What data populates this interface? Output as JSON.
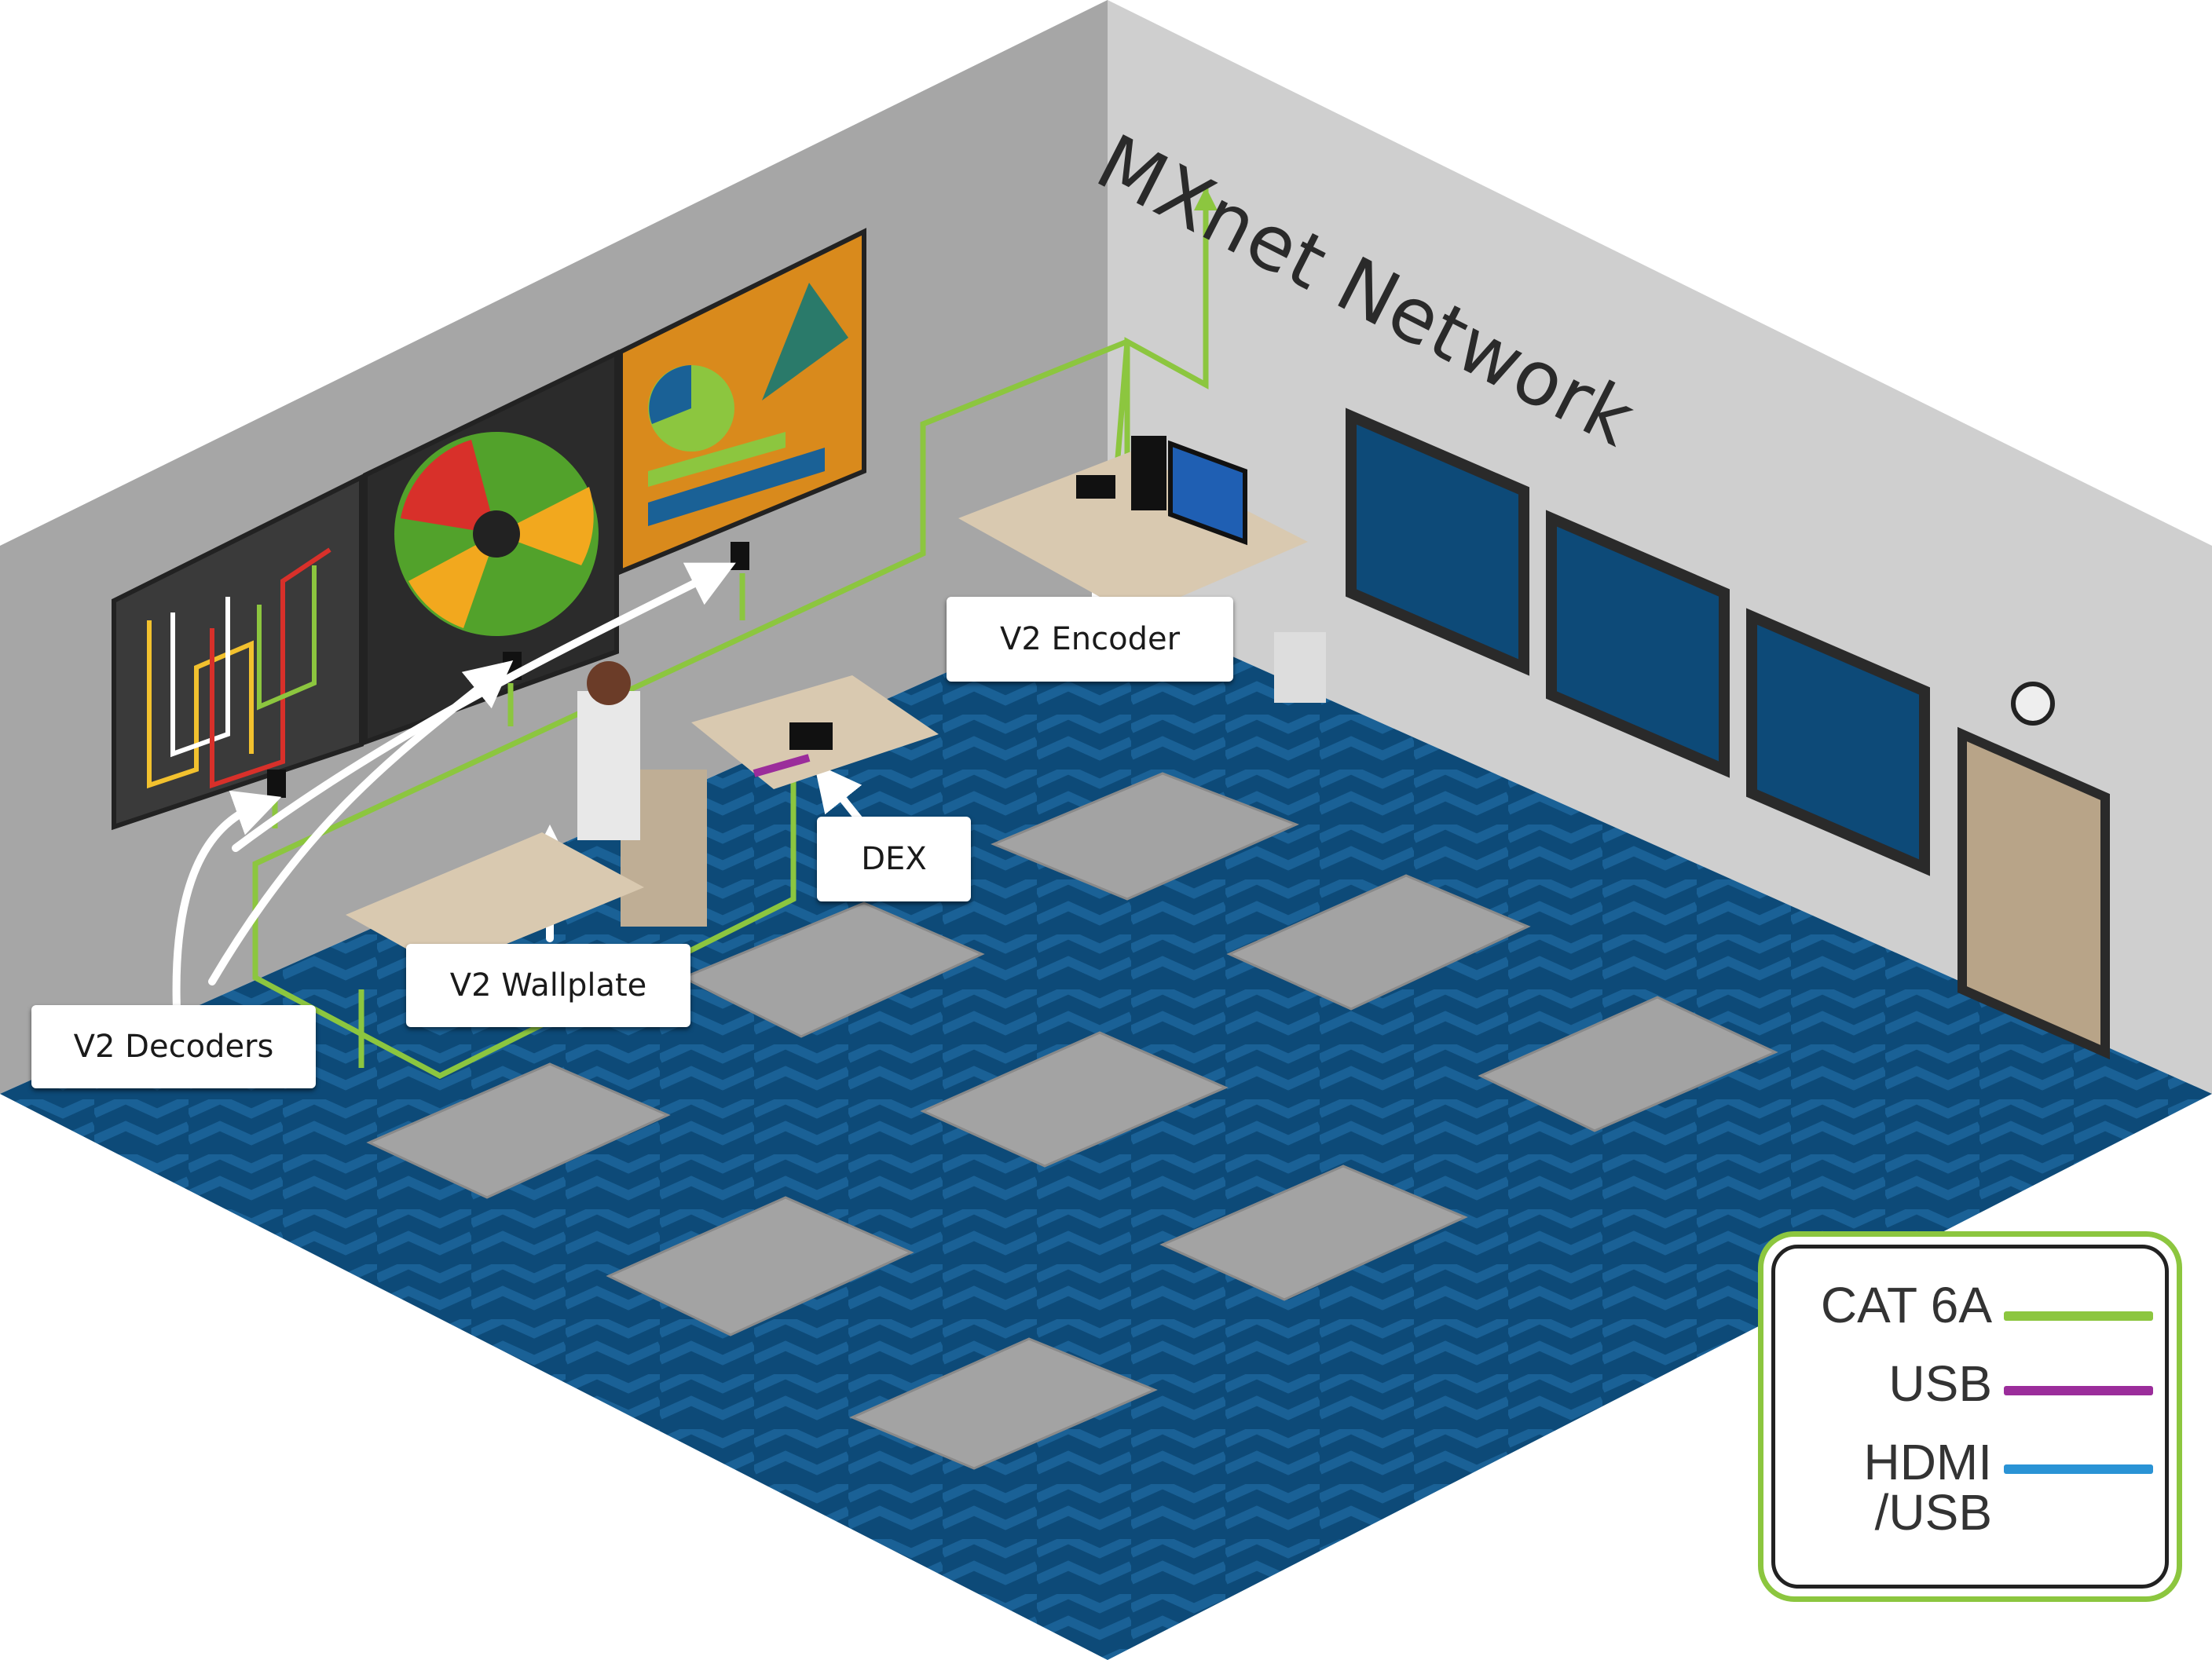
{
  "title": "MXnet Network",
  "callouts": {
    "encoder": "V2 Encoder",
    "dex": "DEX",
    "wallplate": "V2 Wallplate",
    "decoders": "V2 Decoders"
  },
  "legend": [
    {
      "label": "CAT 6A",
      "color": "#8cc63f"
    },
    {
      "label": "USB",
      "color": "#9b2d9b"
    },
    {
      "label": "HDMI\n/USB",
      "color": "#2a93d5"
    }
  ],
  "colors": {
    "floor": "#0d4a78",
    "floor_pattern": "#1a6196",
    "wall_left": "#a6a6a6",
    "wall_right": "#cfcfcf",
    "desk": "#a3a3a3",
    "cat6a": "#8cc63f",
    "usb": "#9b2d9b",
    "hdmi": "#2a93d5"
  }
}
